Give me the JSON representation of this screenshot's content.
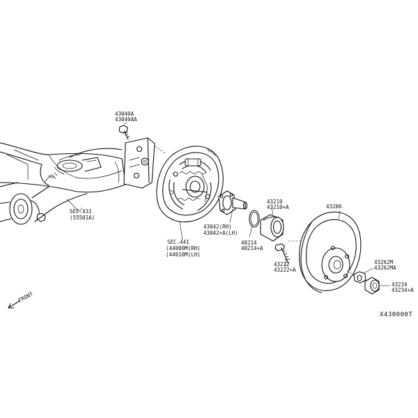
{
  "callouts": {
    "p43040": [
      "43040A",
      "43040AA"
    ],
    "sec431": [
      "SEC.431",
      "(55501A)"
    ],
    "sec441": [
      "SEC.441",
      "(44000M(RH)",
      "(44010M(LH)"
    ],
    "p43042": [
      "43042(RH)",
      "43042+A(LH)"
    ],
    "p43210": [
      "43210",
      "43210+A"
    ],
    "p40214": [
      "40214",
      "40214+A"
    ],
    "p43222": [
      "43222",
      "43222+A"
    ],
    "p43206": [
      "43206"
    ],
    "p43262": [
      "43262M",
      "43262MA"
    ],
    "p43234": [
      "43234",
      "43234+A"
    ]
  },
  "front_label": "FRONT",
  "diagram_id": "X430000T"
}
